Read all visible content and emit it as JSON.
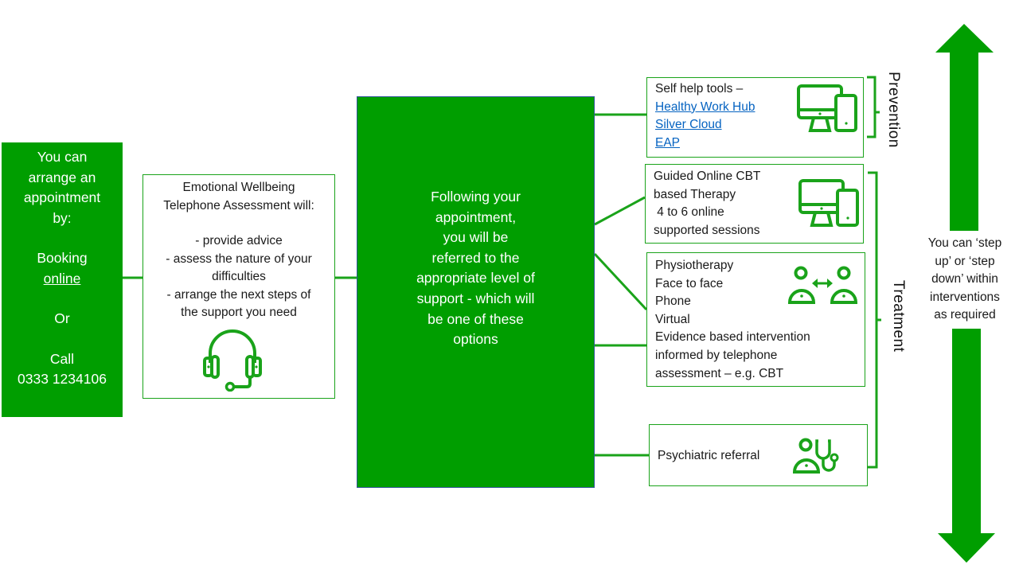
{
  "colors": {
    "brand_green": "#009e00",
    "line_green": "#1aa31a",
    "link_blue": "#0563c1",
    "text_dark": "#1a1a1a"
  },
  "start": {
    "line1": "You can",
    "line2": "arrange an",
    "line3": "appointment",
    "line4": "by:",
    "booking_label": "Booking",
    "online_link": "online",
    "or_label": "Or",
    "call_label": "Call",
    "phone": "0333 1234106"
  },
  "assessment": {
    "title_line1": "Emotional Wellbeing",
    "title_line2": "Telephone Assessment will:",
    "bullets": [
      "- provide advice",
      "- assess the nature of your",
      "difficulties",
      "- arrange the next steps of",
      "the support you need"
    ],
    "icon": "headset-icon"
  },
  "followup": {
    "lines": [
      "Following your",
      "appointment,",
      "you will be",
      "referred  to the",
      "appropriate level of",
      "support - which will",
      "be one of these",
      "options"
    ]
  },
  "options": {
    "self_help": {
      "title": "Self help  tools –",
      "links": [
        "Healthy Work Hub",
        "Silver Cloud",
        "EAP"
      ],
      "icon": "devices-icon"
    },
    "guided_cbt": {
      "lines": [
        "Guided Online CBT",
        "based Therapy",
        " 4 to 6 online",
        "supported sessions"
      ],
      "icon": "devices-icon"
    },
    "physio": {
      "lines": [
        "Physiotherapy",
        "Face to face",
        "Phone",
        "Virtual",
        "Evidence based intervention",
        "informed by telephone",
        "assessment – e.g. CBT"
      ],
      "icon": "people-exchange-icon"
    },
    "psychiatric": {
      "label": "Psychiatric referral",
      "icon": "doctor-stethoscope-icon"
    }
  },
  "groups": {
    "prevention": "Prevention",
    "treatment": "Treatment"
  },
  "step_note": {
    "lines": [
      "You can ‘step",
      "up’ or ‘step",
      "down’ within",
      "interventions",
      "as required"
    ]
  }
}
